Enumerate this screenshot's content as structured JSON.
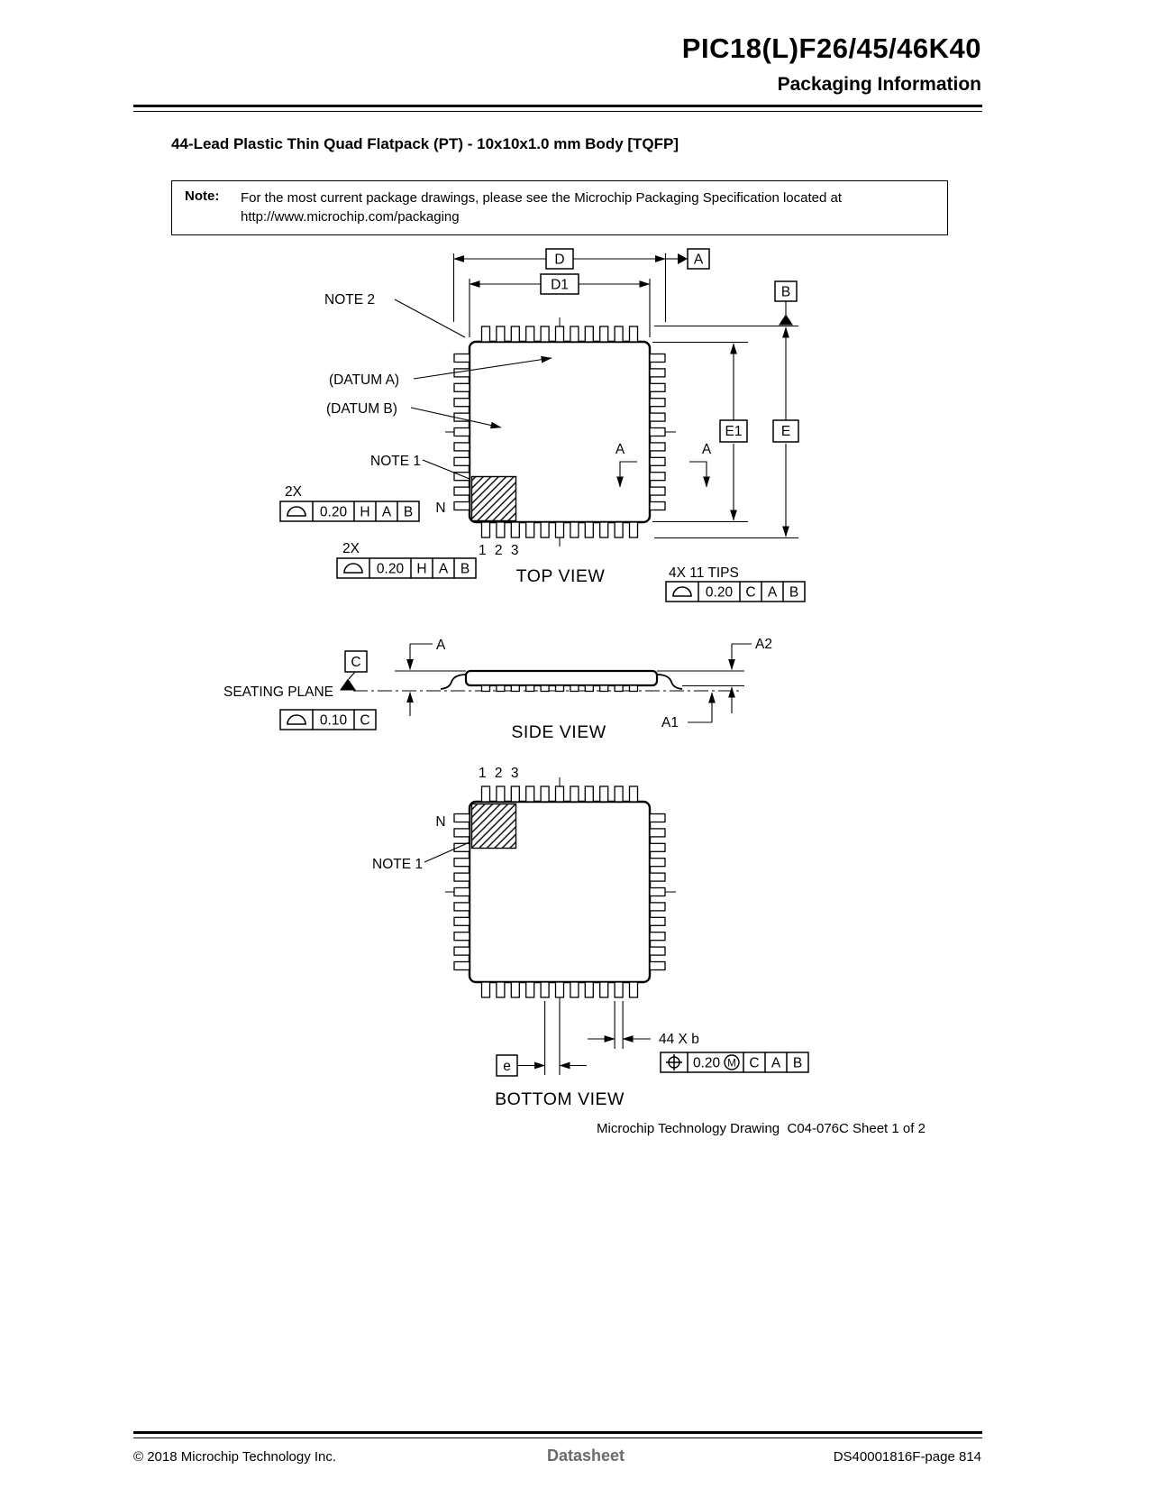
{
  "header": {
    "title": "PIC18(L)F26/45/46K40",
    "subtitle": "Packaging Information"
  },
  "section_heading": "44-Lead Plastic Thin Quad Flatpack (PT) - 10x10x1.0 mm Body [TQFP]",
  "note": {
    "label": "Note:",
    "line1": "For the most current package drawings, please see the Microchip Packaging Specification located at",
    "line2": "http://www.microchip.com/packaging"
  },
  "top_view": {
    "caption": "TOP VIEW",
    "note2_label": "NOTE 2",
    "datum_a_label": "(DATUM A)",
    "datum_b_label": "(DATUM B)",
    "note1_label": "NOTE 1",
    "n_label": "N",
    "pins_label": "1 2 3",
    "dim_d": "D",
    "dim_d1": "D1",
    "datum_a": "A",
    "datum_b": "B",
    "dim_e1": "E1",
    "dim_e": "E",
    "section_a_left": "A",
    "section_a_right": "A",
    "qty_2x_upper": "2X",
    "fcf_upper": {
      "tol": "0.20",
      "d1": "H",
      "d2": "A",
      "d3": "B"
    },
    "qty_2x_lower": "2X",
    "fcf_lower": {
      "tol": "0.20",
      "d1": "H",
      "d2": "A",
      "d3": "B"
    },
    "tips_label": "4X 11 TIPS",
    "fcf_tips": {
      "tol": "0.20",
      "d1": "C",
      "d2": "A",
      "d3": "B"
    }
  },
  "side_view": {
    "caption": "SIDE VIEW",
    "datum_c": "C",
    "seating_plane_label": "SEATING PLANE",
    "fcf_seating": {
      "tol": "0.10",
      "d1": "C"
    },
    "dim_a": "A",
    "dim_a1": "A1",
    "dim_a2": "A2"
  },
  "bottom_view": {
    "caption": "BOTTOM VIEW",
    "pins_label": "1 2 3",
    "n_label": "N",
    "note1_label": "NOTE 1",
    "dim_b_label": "44 X b",
    "fcf_b": {
      "tol": "0.20",
      "modifier": "M",
      "d1": "C",
      "d2": "A",
      "d3": "B"
    },
    "dim_e_label": "e"
  },
  "drawing_credit": "Microchip Technology Drawing  C04-076C Sheet 1 of 2",
  "footer": {
    "copyright": "© 2018 Microchip Technology Inc.",
    "doc_type": "Datasheet",
    "page": "DS40001816F-page 814"
  }
}
